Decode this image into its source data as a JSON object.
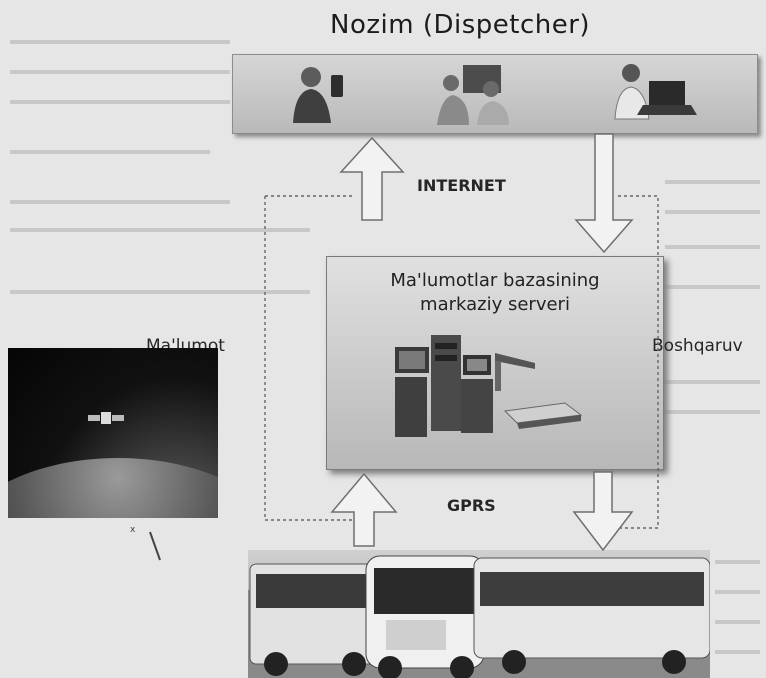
{
  "title": "Nozim  (Dispetcher)",
  "server": {
    "line1": "Ma'lumotlar bazasining",
    "line2": "markaziy serveri"
  },
  "labels": {
    "internet": "INTERNET",
    "gprs": "GPRS",
    "data": "Ma'lumot",
    "control": "Boshqaruv"
  },
  "icons": [
    "dispatcher-operator-icon",
    "dispatcher-operator-icon",
    "dispatcher-laptop-icon",
    "server-computers-icon",
    "printer-icon"
  ],
  "colors": {
    "arrow_fill": "#f2f2f2",
    "arrow_stroke": "#6f6f6f",
    "box_border": "#7b7b7b"
  }
}
